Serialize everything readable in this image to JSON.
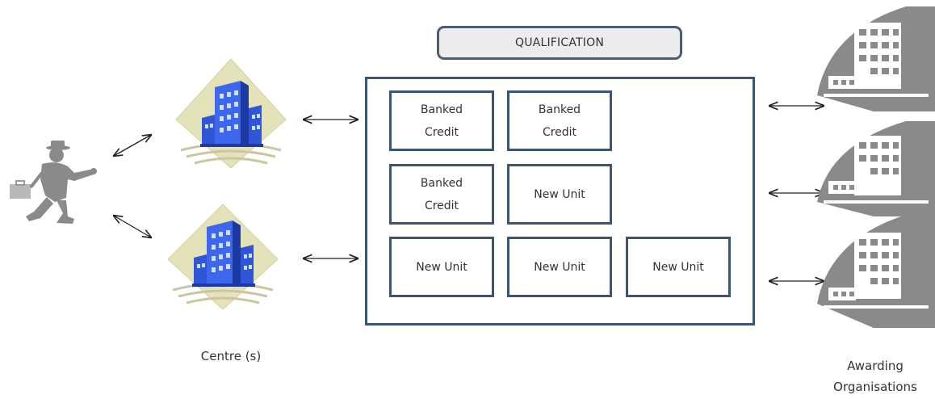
{
  "qualification": {
    "title": "QUALIFICATION",
    "units": [
      {
        "label": "Banked\nCredit"
      },
      {
        "label": "Banked\nCredit"
      },
      {
        "label": "Banked\nCredit"
      },
      {
        "label": "New Unit"
      },
      {
        "label": "New Unit"
      },
      {
        "label": "New Unit"
      },
      {
        "label": "New Unit"
      }
    ]
  },
  "centres": {
    "caption": "Centre (s)"
  },
  "awarding": {
    "caption_line1": "Awarding",
    "caption_line2": "Organisations"
  },
  "icons": {
    "learner": "learner-icon",
    "centre": "centre-building-icon",
    "awarding": "awarding-organisation-icon",
    "arrow": "double-arrow-icon"
  },
  "colors": {
    "box_border": "#3a5575",
    "title_fill": "#ececec",
    "building_blue": "#2f56d8",
    "diamond_fill": "#e4e2b8",
    "grey_icon": "#8a8a8a"
  }
}
